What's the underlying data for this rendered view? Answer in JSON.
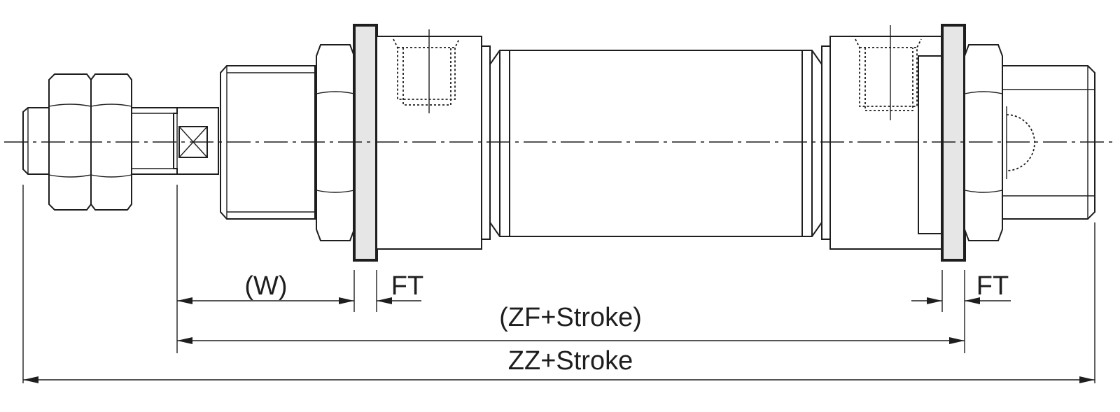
{
  "dimensions": {
    "w_label": "(W)",
    "ft_label_left": "FT",
    "ft_label_right": "FT",
    "zf_label": "(ZF+Stroke)",
    "zz_label": "ZZ+Stroke"
  },
  "colors": {
    "line": "#1e1e1e",
    "plate_fill": "#e6e6e6",
    "background": "#ffffff"
  }
}
